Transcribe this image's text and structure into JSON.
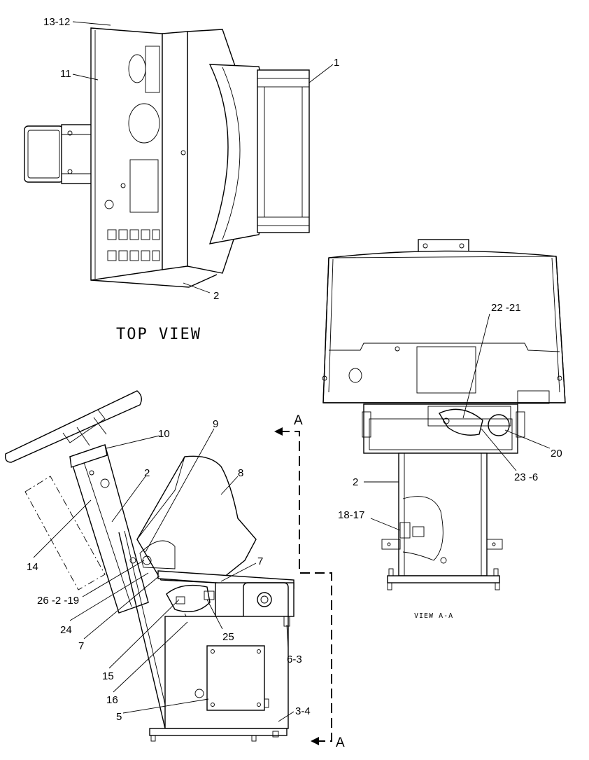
{
  "views": {
    "top_view_title": "TOP VIEW",
    "view_aa_title": "VIEW A-A",
    "section_marker": "A"
  },
  "callouts": {
    "c13_12": "13-12",
    "c11": "11",
    "c1": "1",
    "c2_top": "2",
    "c22_21": "22 -21",
    "c20": "20",
    "c23_6": "23 -6",
    "c2_aa": "2",
    "c18_17": "18-17",
    "c10": "10",
    "c9": "9",
    "c8": "8",
    "c2_side": "2",
    "c14": "14",
    "c26_2_19": "26 -2 -19",
    "c24": "24",
    "c7_left": "7",
    "c7_right": "7",
    "c25": "25",
    "c6_3": "6-3",
    "c15": "15",
    "c16": "16",
    "c5": "5",
    "c3_4": "3-4"
  }
}
